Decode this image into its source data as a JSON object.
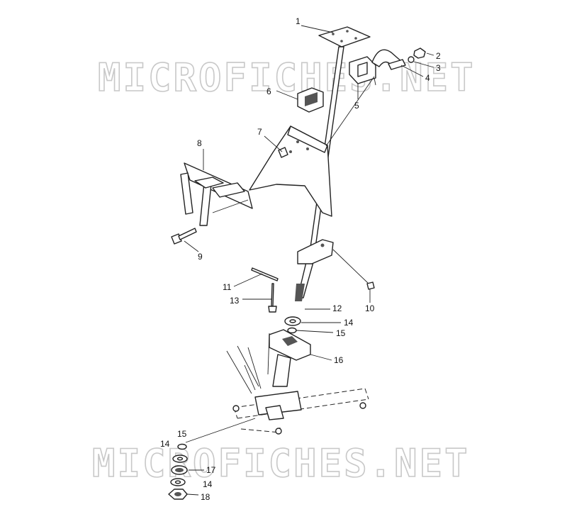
{
  "watermark": {
    "text": "MICROFICHES.NET"
  },
  "callouts": [
    {
      "id": "c1",
      "text": "1"
    },
    {
      "id": "c2",
      "text": "2"
    },
    {
      "id": "c3",
      "text": "3"
    },
    {
      "id": "c4",
      "text": "4"
    },
    {
      "id": "c5",
      "text": "5"
    },
    {
      "id": "c6",
      "text": "6"
    },
    {
      "id": "c7",
      "text": "7"
    },
    {
      "id": "c8",
      "text": "8"
    },
    {
      "id": "c9",
      "text": "9"
    },
    {
      "id": "c10",
      "text": "10"
    },
    {
      "id": "c11",
      "text": "11"
    },
    {
      "id": "c12",
      "text": "12"
    },
    {
      "id": "c13",
      "text": "13"
    },
    {
      "id": "c14a",
      "text": "14"
    },
    {
      "id": "c15a",
      "text": "15"
    },
    {
      "id": "c16",
      "text": "16"
    },
    {
      "id": "c15b",
      "text": "15"
    },
    {
      "id": "c14b",
      "text": "14"
    },
    {
      "id": "c17",
      "text": "17"
    },
    {
      "id": "c14c",
      "text": "14"
    },
    {
      "id": "c18",
      "text": "18"
    }
  ]
}
